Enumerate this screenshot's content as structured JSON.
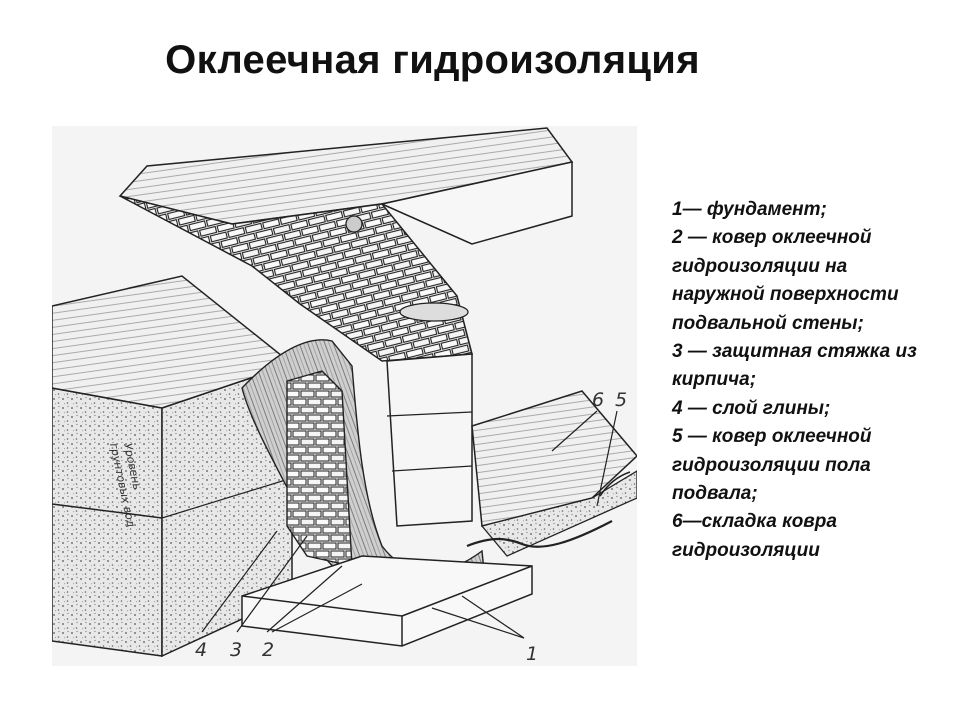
{
  "title": "Оклеечная гидроизоляция",
  "diagram": {
    "callouts": [
      "1",
      "2",
      "3",
      "4",
      "5",
      "6"
    ],
    "wall_text_lines": [
      "Уровень",
      "грунтовых вод"
    ]
  },
  "legend": {
    "lines": [
      "1— фундамент;",
      "2 — ковер оклеечной",
      "гидроизоляции на",
      "наружной поверхности",
      "подвальной стены;",
      "3 — защитная стяжка из",
      " кирпича;",
      " 4 — слой глины;",
      "5 — ковер оклеечной",
      "гидроизоляции пола",
      " подвала;",
      "6—складка ковра",
      "гидроизоляции"
    ]
  }
}
